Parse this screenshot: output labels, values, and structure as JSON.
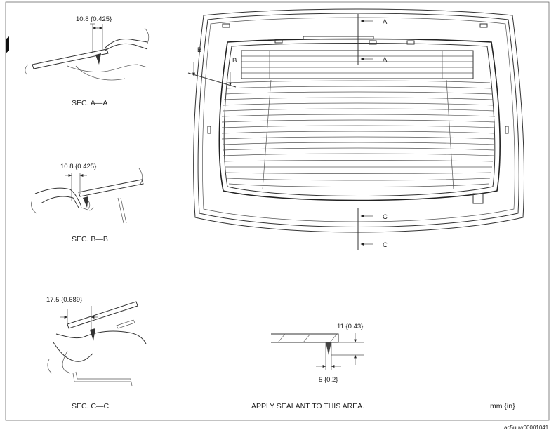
{
  "sections": {
    "aa": {
      "label": "SEC. A—A",
      "dimension": "10.8 {0.425}"
    },
    "bb": {
      "label": "SEC. B—B",
      "dimension": "10.8 {0.425}"
    },
    "cc": {
      "label": "SEC. C—C",
      "dimension": "17.5 {0.689}"
    }
  },
  "cut_markers": {
    "a_top": "A",
    "a_bottom": "A",
    "b_left": "B",
    "b_right": "B",
    "c_top": "C",
    "c_bottom": "C"
  },
  "sealant_detail": {
    "height_dim": "11 {0.43}",
    "width_dim": "5 {0.2}",
    "note": "APPLY SEALANT TO THIS AREA."
  },
  "units": "mm {in}",
  "figure_code": "ac5uuw00001041"
}
